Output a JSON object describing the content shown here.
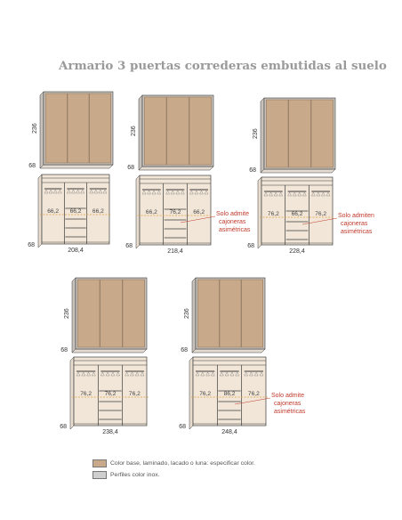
{
  "title": "Armario 3 puertas correderas embutidas al suelo",
  "colors": {
    "door": "#c8a98a",
    "body": "#f2e6d8",
    "frame": "#c7c1bb",
    "line": "#3a3a3a",
    "dash": "#e0a040",
    "note": "#c0392b"
  },
  "units": [
    {
      "height_label": "236",
      "depth_label": "68",
      "width_label": "208,4",
      "measures": [
        "66,2",
        "66,2",
        "66,2"
      ],
      "note": []
    },
    {
      "height_label": "236",
      "depth_label": "68",
      "width_label": "218,4",
      "measures": [
        "66,2",
        "76,2",
        "66,2"
      ],
      "note": [
        "Solo admite",
        "cajoneras",
        "asimétricas"
      ]
    },
    {
      "height_label": "236",
      "depth_label": "68",
      "width_label": "228,4",
      "measures": [
        "76,2",
        "66,2",
        "76,2"
      ],
      "note": [
        "Solo admiten",
        "cajoneras",
        "asimétricas"
      ]
    },
    {
      "height_label": "236",
      "depth_label": "68",
      "width_label": "238,4",
      "measures": [
        "76,2",
        "76,2",
        "76,2"
      ],
      "note": []
    },
    {
      "height_label": "236",
      "depth_label": "68",
      "width_label": "248,4",
      "measures": [
        "76,2",
        "86,2",
        "76,2"
      ],
      "note": [
        "Solo admite",
        "cajoneras",
        "asimétricas"
      ]
    }
  ],
  "legend": [
    {
      "label": "Color base, laminado, lacado o luna: especificar color.",
      "color": "#c8a98a"
    },
    {
      "label": "Perfiles color inox.",
      "color": "#cfcfcf"
    }
  ]
}
